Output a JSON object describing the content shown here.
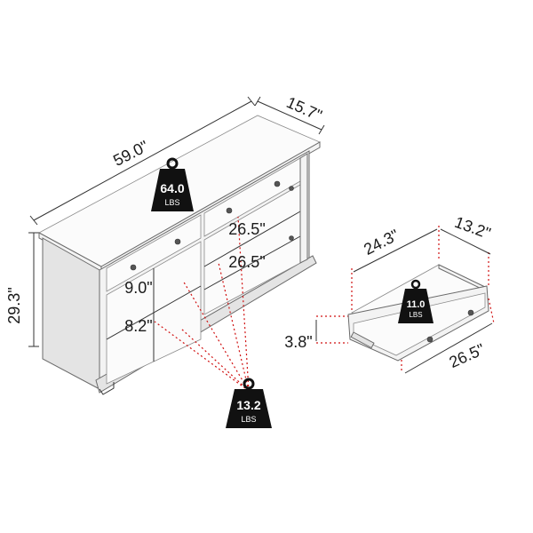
{
  "dimensions": {
    "width": "59.0\"",
    "depth": "15.7\"",
    "height": "29.3\"",
    "shelf_top_right": "26.5\"",
    "shelf_mid_right": "26.5\"",
    "shelf_top_left": "9.0\"",
    "shelf_low_left": "8.2\"",
    "drawer_inner_width": "24.3\"",
    "drawer_inner_depth": "13.2\"",
    "drawer_height": "3.8\"",
    "drawer_outer_width": "26.5\""
  },
  "weights": {
    "top": {
      "value": "64.0",
      "unit": "LBS"
    },
    "shelves": {
      "value": "13.2",
      "unit": "LBS"
    },
    "drawer": {
      "value": "11.0",
      "unit": "LBS"
    }
  }
}
